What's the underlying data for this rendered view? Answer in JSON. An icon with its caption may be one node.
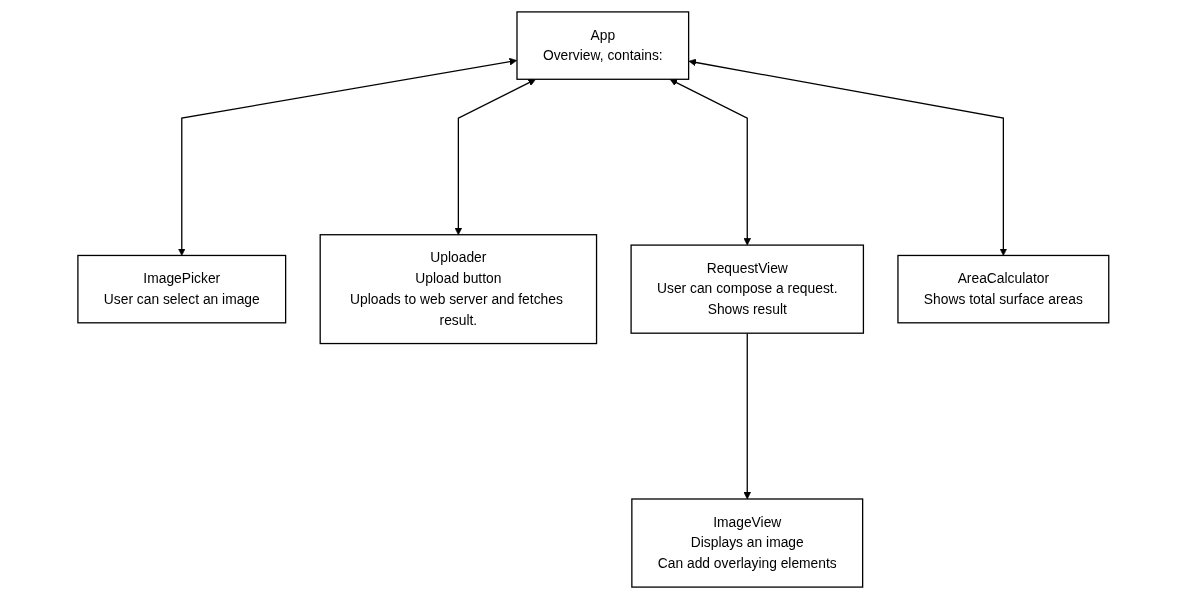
{
  "diagram": {
    "nodes": [
      {
        "text": [
          "App",
          "Overview, contains:"
        ]
      },
      {
        "text": [
          "ImagePicker",
          "User can select an image"
        ]
      },
      {
        "text": [
          "Uploader",
          "Upload button",
          "Uploads to web server and fetches result."
        ]
      },
      {
        "text": [
          "RequestView",
          "User can compose a request.",
          "Shows result"
        ]
      },
      {
        "text": [
          "AreaCalculator",
          "Shows total surface areas"
        ]
      },
      {
        "text": [
          "ImageView",
          "Displays an image",
          "Can add overlaying elements"
        ]
      }
    ],
    "edges": [
      {
        "from": 0,
        "to": 1,
        "arrow": "both"
      },
      {
        "from": 0,
        "to": 2,
        "arrow": "both"
      },
      {
        "from": 0,
        "to": 3,
        "arrow": "both"
      },
      {
        "from": 0,
        "to": 4,
        "arrow": "both"
      },
      {
        "from": 3,
        "to": 5,
        "arrow": "to"
      }
    ]
  }
}
